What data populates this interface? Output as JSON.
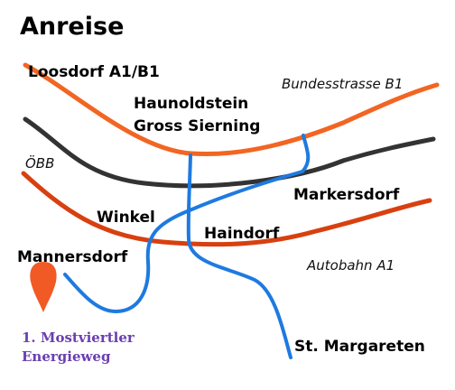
{
  "title": "Anreise",
  "places": {
    "loosdorf": "Loosdorf A1/B1",
    "haunoldstein_line1": "Haunoldstein",
    "haunoldstein_line2": "Gross Sierning",
    "markersdorf": "Markersdorf",
    "winkel": "Winkel",
    "haindorf": "Haindorf",
    "mannersdorf": "Mannersdorf",
    "st_margareten": "St. Margareten"
  },
  "routes": {
    "bundesstrasse": "Bundesstrasse B1",
    "oebb": "ÖBB",
    "autobahn": "Autobahn A1"
  },
  "start": {
    "line1": "1. Mostviertler",
    "line2": "Energieweg"
  },
  "colors": {
    "bundesstrasse": "#f26522",
    "oebb": "#333333",
    "autobahn": "#d8400f",
    "path": "#1e7ae0",
    "marker": "#f15a24",
    "start_text": "#6a3fb0"
  },
  "icons": {
    "start_marker": "map-pin-icon"
  }
}
